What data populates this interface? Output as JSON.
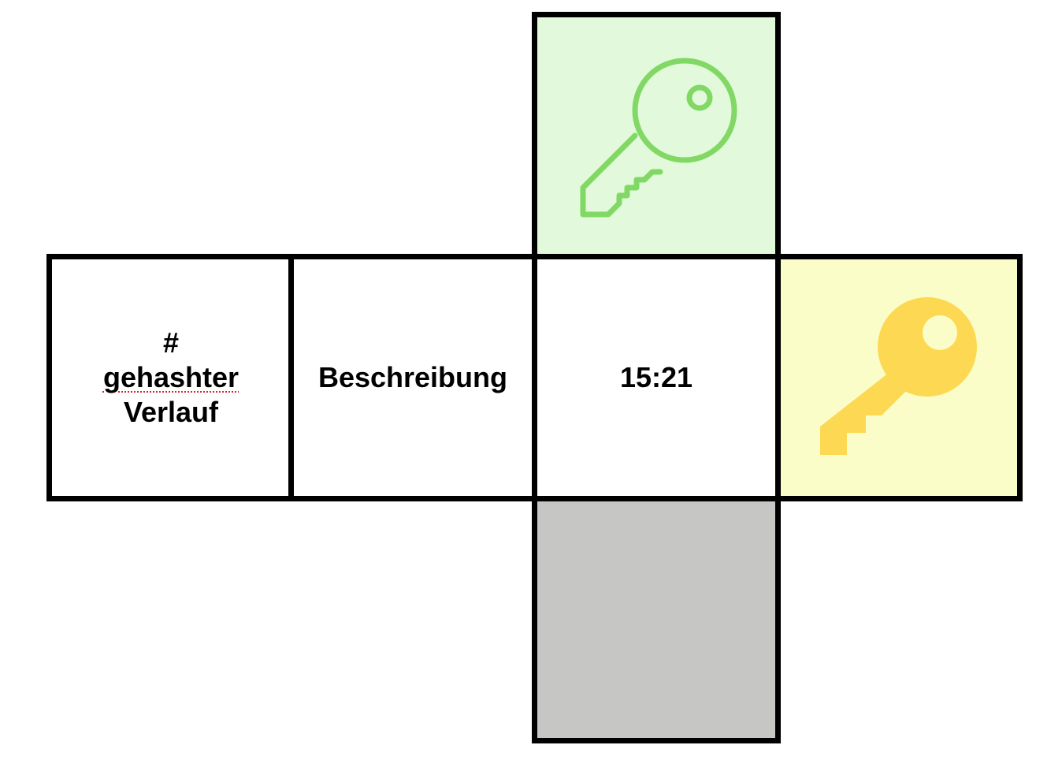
{
  "net": {
    "hash_cell": {
      "symbol": "#",
      "line1": "gehashter",
      "line2": "Verlauf"
    },
    "description_cell": {
      "label": "Beschreibung"
    },
    "time_cell": {
      "label": "15:21"
    },
    "top_cell": {
      "icon": "key-outline-icon",
      "fill": "#e2fadb",
      "icon_color": "#82d865"
    },
    "right_cell": {
      "icon": "key-solid-icon",
      "fill": "#fafdc8",
      "icon_color": "#fdd852"
    },
    "bottom_cell": {
      "fill": "#c6c6c5"
    }
  }
}
